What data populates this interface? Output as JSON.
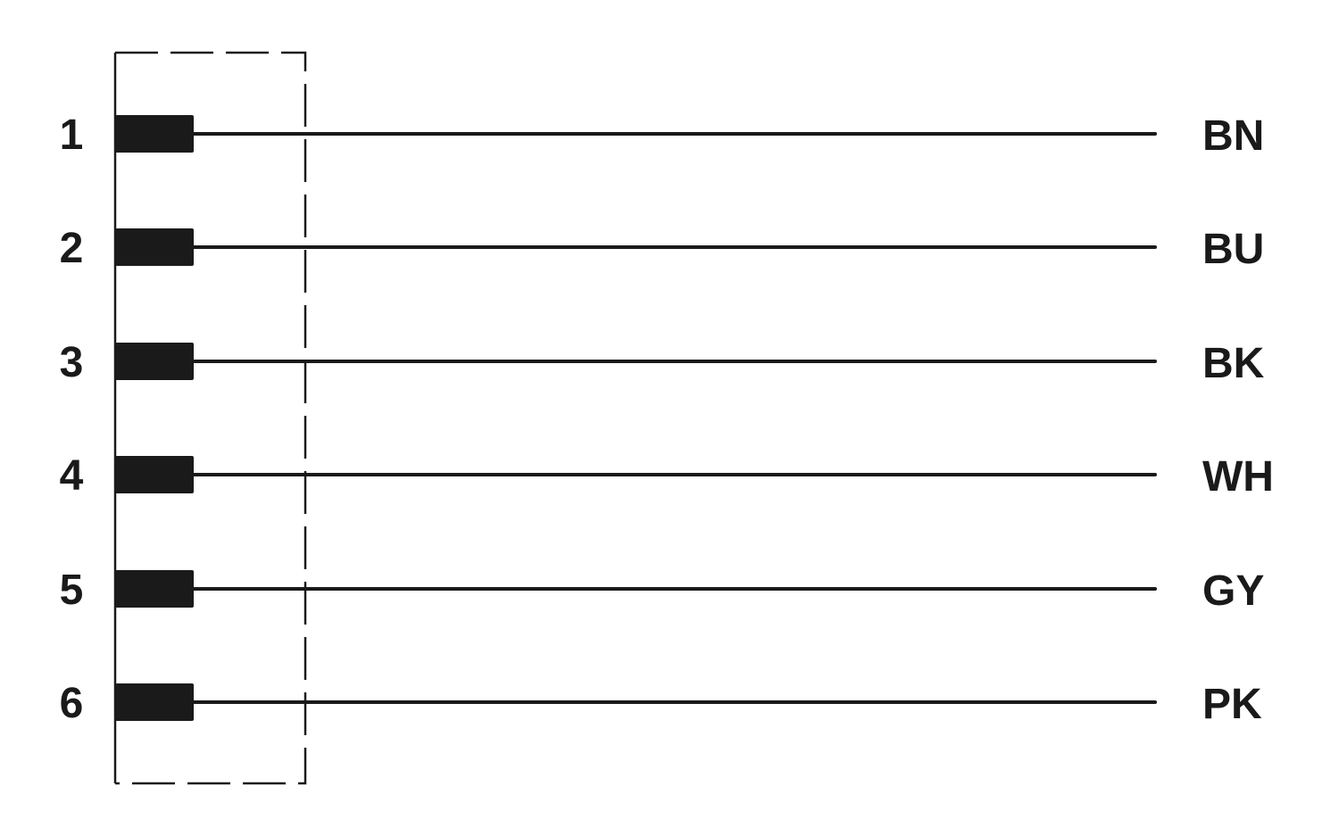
{
  "diagram": {
    "pins": [
      {
        "number": "1",
        "color_code": "BN"
      },
      {
        "number": "2",
        "color_code": "BU"
      },
      {
        "number": "3",
        "color_code": "BK"
      },
      {
        "number": "4",
        "color_code": "WH"
      },
      {
        "number": "5",
        "color_code": "GY"
      },
      {
        "number": "6",
        "color_code": "PK"
      }
    ],
    "colors": {
      "line": "#1a1a1a",
      "background": "#ffffff"
    }
  }
}
